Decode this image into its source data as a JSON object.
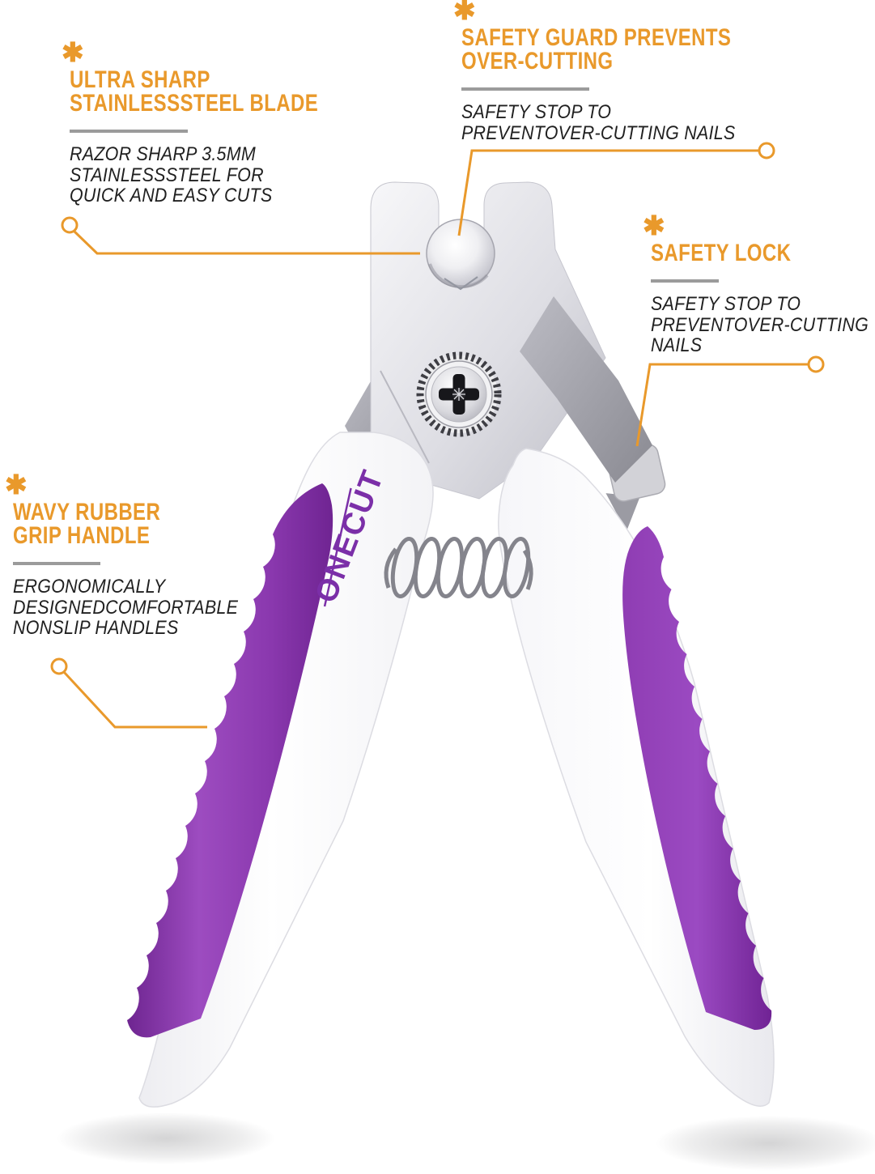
{
  "page": {
    "background": "#ffffff"
  },
  "brand": {
    "name": "ONECUT"
  },
  "decor": {
    "asterisk_char": "✱"
  },
  "colors": {
    "accent_orange": "#E9992B",
    "underline_gray": "#9B9B9B",
    "body_text": "#202020",
    "brand_purple": "#7B2FA8",
    "grip_purple": "#8C3FAF",
    "handle_white": "#FDFDFD",
    "metal_light": "#D9D9DF",
    "metal_dark": "#9C9CA4"
  },
  "callouts": [
    {
      "id": "ultra-sharp-blade",
      "title_lines": [
        "ULTRA SHARP",
        "STAINLESSSTEEL BLADE"
      ],
      "body_lines": [
        "RAZOR SHARP 3.5MM",
        "STAINLESSSTEEL FOR",
        "QUICK AND EASY CUTS"
      ]
    },
    {
      "id": "safety-guard",
      "title_lines": [
        "SAFETY GUARD PREVENTS",
        "OVER-CUTTING"
      ],
      "body_lines": [
        "SAFETY STOP TO",
        "PREVENTOVER-CUTTING NAILS"
      ]
    },
    {
      "id": "safety-lock",
      "title_lines": [
        "SAFETY LOCK"
      ],
      "body_lines": [
        "SAFETY STOP TO",
        "PREVENTOVER-CUTTING",
        "NAILS"
      ]
    },
    {
      "id": "wavy-rubber-grip",
      "title_lines": [
        "WAVY RUBBER",
        "GRIP HANDLE"
      ],
      "body_lines": [
        "ERGONOMICALLY",
        "DESIGNEDCOMFORTABLE",
        "NONSLIP HANDLES"
      ]
    }
  ]
}
